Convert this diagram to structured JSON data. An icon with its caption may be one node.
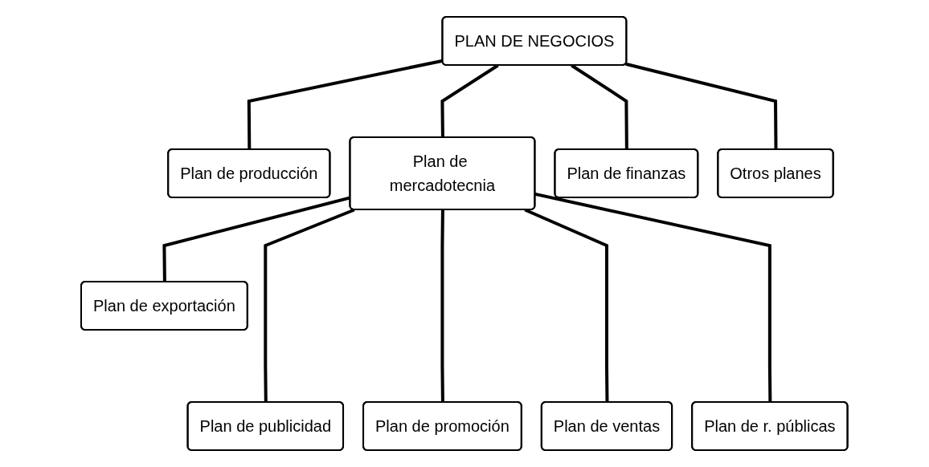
{
  "diagram": {
    "nodes": [
      {
        "text": [
          "PLAN DE NEGOCIOS"
        ]
      },
      {
        "text": [
          "Plan de producción"
        ]
      },
      {
        "text": [
          "Plan de mercadotecnia"
        ]
      },
      {
        "text": [
          "Plan de finanzas"
        ]
      },
      {
        "text": [
          "Otros planes"
        ]
      },
      {
        "text": [
          "Plan de exportación"
        ]
      },
      {
        "text": [
          "Plan de publicidad"
        ]
      },
      {
        "text": [
          "Plan de promoción"
        ]
      },
      {
        "text": [
          "Plan de ventas"
        ]
      },
      {
        "text": [
          "Plan de r. públicas"
        ]
      }
    ],
    "edges": [
      {
        "from": 0,
        "to": 1,
        "arrow": "none"
      },
      {
        "from": 0,
        "to": 2,
        "arrow": "none"
      },
      {
        "from": 0,
        "to": 3,
        "arrow": "none"
      },
      {
        "from": 0,
        "to": 4,
        "arrow": "none"
      },
      {
        "from": 2,
        "to": 5,
        "arrow": "none"
      },
      {
        "from": 2,
        "to": 6,
        "arrow": "none"
      },
      {
        "from": 2,
        "to": 7,
        "arrow": "none"
      },
      {
        "from": 2,
        "to": 8,
        "arrow": "none"
      },
      {
        "from": 2,
        "to": 9,
        "arrow": "none"
      }
    ]
  }
}
